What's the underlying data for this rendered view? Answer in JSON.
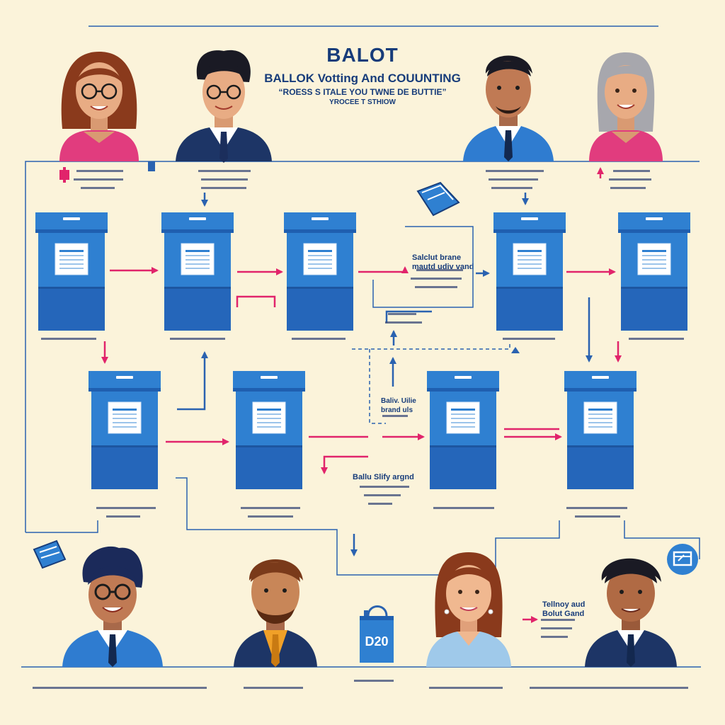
{
  "header": {
    "title": "BALOT",
    "subtitle": "BALLOK Votting And COUUNTING",
    "tagline": "“ROESS S ITALE YOU TWNE DE BUTTIE”",
    "section": "YROCEE T STHIOW"
  },
  "notes": {
    "center_top": [
      "Salclut brane",
      "mautd udiv vand"
    ],
    "center_mid": [
      "Baliv. Uilie",
      "brand uls"
    ],
    "center_low": [
      "Ballu Slify argnd"
    ],
    "bottom_right": [
      "Tellnoy aud",
      "Bolut Gand"
    ]
  },
  "box_badge": {
    "label": "D20"
  },
  "colors": {
    "background": "#fbf3da",
    "box_blue": "#2f80d1",
    "box_dark": "#1f5fb0",
    "arrow_pink": "#e1246b",
    "line_blue": "#2a62b0",
    "navy": "#173c7a"
  }
}
